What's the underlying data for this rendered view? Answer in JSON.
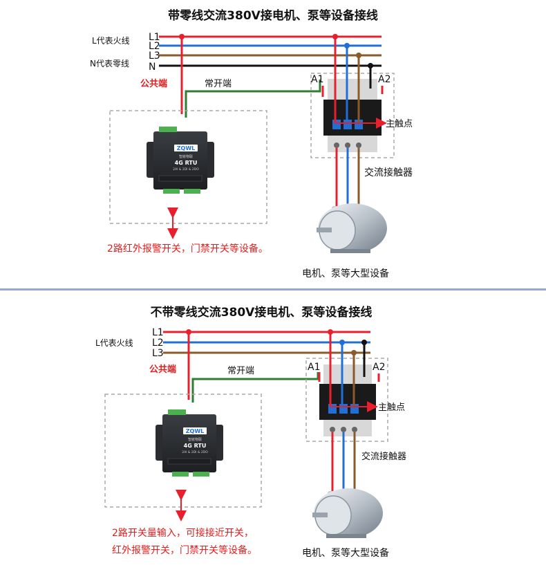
{
  "colors": {
    "L1": "#e8202e",
    "L2": "#1f6fd6",
    "L3": "#8b5a2b",
    "N": "#111111",
    "common": "#e8202e",
    "no": "#2e7d32",
    "red_text": "#e02020",
    "divider": "#8fa8d8",
    "dash": "#a8a8a8"
  },
  "top": {
    "title": "带零线交流380V接电机、泵等设备接线",
    "lines": {
      "L1": "L1",
      "L2": "L2",
      "L3": "L3",
      "N": "N"
    },
    "l_desc": "L代表火线",
    "n_desc": "N代表零线",
    "common_label": "公共端",
    "no_label": "常开端",
    "a1": "A1",
    "a2": "A2",
    "main_contact": "主触点",
    "contactor": "交流接触器",
    "motor": "电机、泵等大型设备",
    "note": "2路红外报警开关，门禁开关等设备。",
    "rtu": {
      "logo": "ZQWL",
      "sub": "智嵌物联",
      "model": "4G RTU",
      "spec": "2AI & 2DI & 2DO"
    }
  },
  "bottom": {
    "title": "不带零线交流380V接电机、泵等设备接线",
    "lines": {
      "L1": "L1",
      "L2": "L2",
      "L3": "L3"
    },
    "l_desc": "L代表火线",
    "common_label": "公共端",
    "no_label": "常开端",
    "a1": "A1",
    "a2": "A2",
    "main_contact": "主触点",
    "contactor": "交流接触器",
    "motor": "电机、泵等大型设备",
    "note_line1": "2路开关量输入，可接接近开关，",
    "note_line2": "红外报警开关，门禁开关等设备。",
    "rtu": {
      "logo": "ZQWL",
      "sub": "智嵌物联",
      "model": "4G RTU",
      "spec": "2AI & 2DI & 2DO"
    }
  }
}
